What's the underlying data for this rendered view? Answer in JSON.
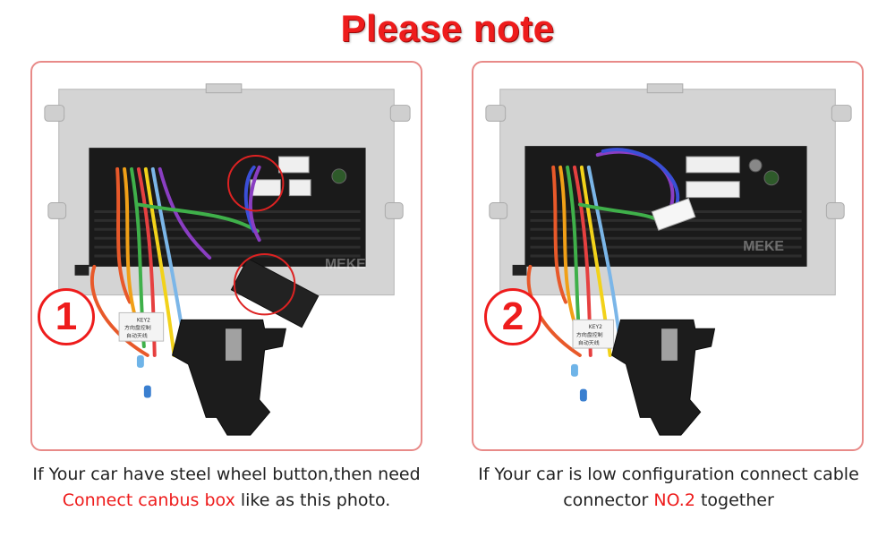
{
  "title": "Please note",
  "panels": [
    {
      "badge": "1",
      "watermark": "MEKE",
      "tag_lines": [
        "KEY2",
        "方向盘控制",
        "自动天线"
      ],
      "caption": {
        "line1": "If Your car have steel wheel button,then need",
        "highlight": "Connect canbus box",
        "line2_rest": " like as this photo."
      }
    },
    {
      "badge": "2",
      "watermark": "MEKE",
      "tag_lines": [
        "KEY2",
        "方向盘控制",
        "自动天线"
      ],
      "caption": {
        "line1": "If Your car is low configuration connect cable",
        "line2_pre": "connector ",
        "highlight": "NO.2",
        "line2_rest": " together"
      }
    }
  ],
  "colors": {
    "accent": "#ee1c1c",
    "panel_border": "#e88a88",
    "frame": "#d4d4d4",
    "unit_body": "#1a1a1a"
  }
}
